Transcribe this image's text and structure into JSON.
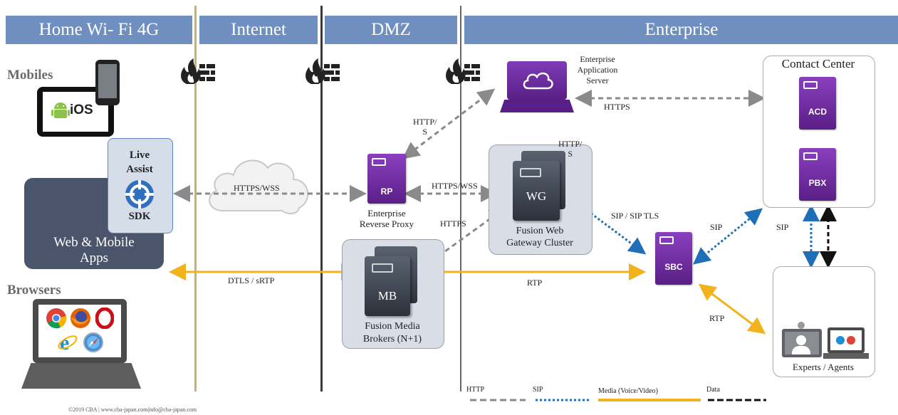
{
  "zones": [
    "Home Wi- Fi 4G",
    "Internet",
    "DMZ",
    "Enterprise"
  ],
  "headings": {
    "mobiles": "Mobiles",
    "browsers": "Browsers"
  },
  "mobile_os": "iOS",
  "sdk": {
    "line1": "Live",
    "line2": "Assist",
    "line3": "SDK"
  },
  "web_apps": {
    "line1": "Web & Mobile",
    "line2": "Apps"
  },
  "components": {
    "rp": {
      "tag": "RP",
      "line1": "Enterprise",
      "line2": "Reverse Proxy"
    },
    "wg": {
      "tag": "WG",
      "line1": "Fusion Web",
      "line2": "Gateway Cluster"
    },
    "mb": {
      "tag": "MB",
      "line1": "Fusion Media",
      "line2": "Brokers (N+1)"
    },
    "sbc": {
      "tag": "SBC"
    },
    "app_server": {
      "line1": "Enterprise",
      "line2": "Application",
      "line3": "Server"
    },
    "contact_center": {
      "title": "Contact Center",
      "acd": "ACD",
      "pbx": "PBX"
    },
    "experts": {
      "label": "Experts / Agents"
    }
  },
  "connections": {
    "https_wss_cloud": "HTTPS/WSS",
    "https_wss_rp_wg": "HTTPS/WSS",
    "http_s_rp_app": [
      "HTTP/",
      "S"
    ],
    "http_s_wg": [
      "HTTP/",
      "S"
    ],
    "https_app_cc": "HTTPS",
    "https_mb_wg": "HTTPS",
    "sip_wg_sbc": "SIP / SIP TLS",
    "sip_sbc_cc": "SIP",
    "sip_cc_experts": "SIP",
    "dtls": "DTLS / sRTP",
    "rtp_mb_sbc": "RTP",
    "rtp_sbc_experts": "RTP"
  },
  "legend": {
    "http": "HTTP",
    "sip": "SIP",
    "media": "Media (Voice/Video)",
    "data": "Data"
  },
  "colors": {
    "zone": "#6f8fc0",
    "http": "#888888",
    "sip": "#1f6fb8",
    "media": "#f2b21b",
    "data": "#111111",
    "purple": "#6a2a9a"
  },
  "footer": "©2019 CBA | www.cba-japan.com|info@cba-japan.com"
}
